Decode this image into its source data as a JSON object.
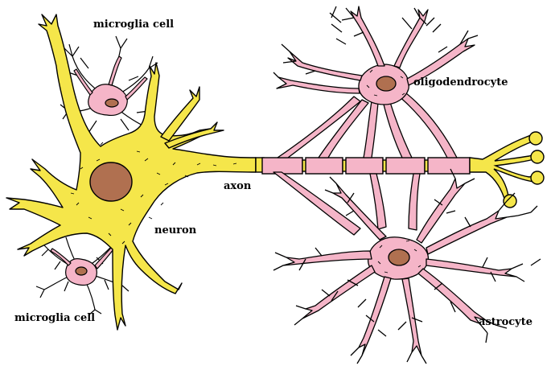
{
  "labels": {
    "microglia_top": "microglia cell",
    "microglia_bottom": "microglia cell",
    "neuron": "neuron",
    "axon": "axon",
    "oligodendrocyte": "oligodendrocyte",
    "astrocyte": "astrocyte"
  },
  "colors": {
    "neuron_fill": "#f5e64a",
    "glia_fill": "#f5b5c8",
    "nucleus_fill": "#b07050",
    "outline": "#000000"
  }
}
